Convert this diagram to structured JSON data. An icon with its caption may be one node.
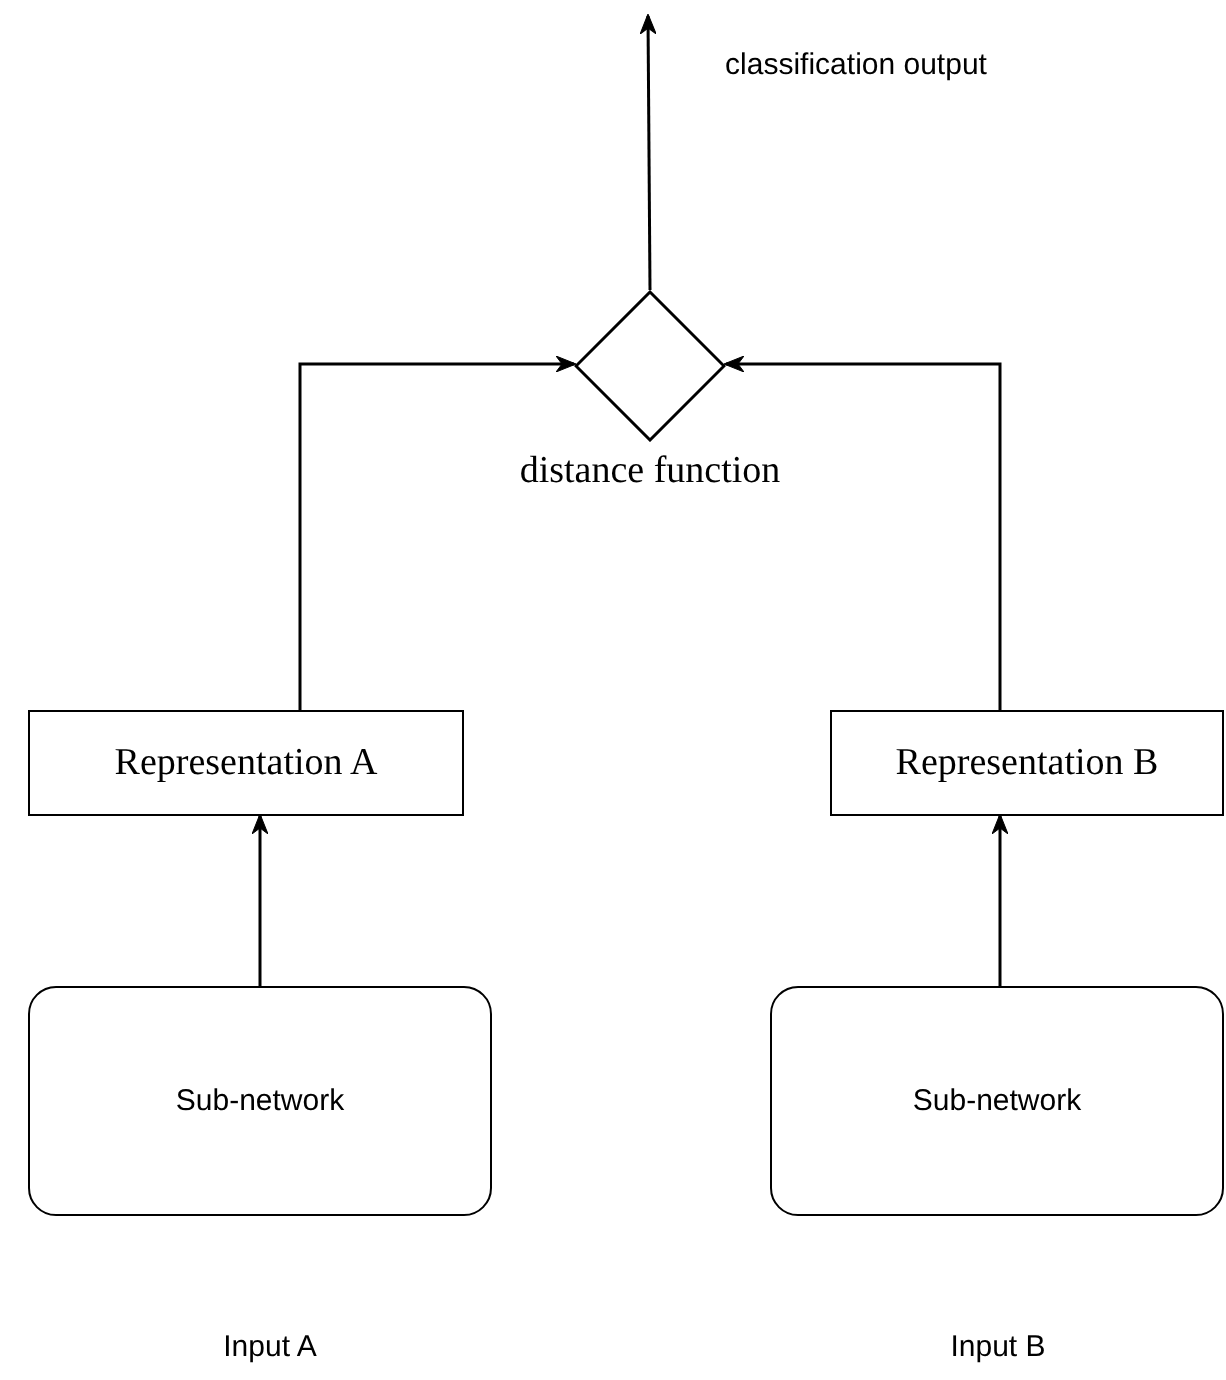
{
  "diagram": {
    "nodes": [
      {
        "text": [
          "distance function"
        ]
      },
      {
        "text": [
          "Representation A"
        ]
      },
      {
        "text": [
          "Representation B"
        ]
      },
      {
        "text": [
          "Sub-network"
        ]
      },
      {
        "text": [
          "Sub-network"
        ]
      }
    ],
    "edges": [
      {
        "from": 3,
        "to": 1,
        "arrow": "to"
      },
      {
        "from": 1,
        "to": 0,
        "arrow": "to"
      },
      {
        "from": 4,
        "to": 2,
        "arrow": "to"
      },
      {
        "from": 2,
        "to": 0,
        "arrow": "to"
      },
      {
        "from": 0,
        "to": null,
        "arrow": "to",
        "label": "classification output"
      }
    ],
    "labels": [
      "Input A",
      "Input B"
    ]
  }
}
